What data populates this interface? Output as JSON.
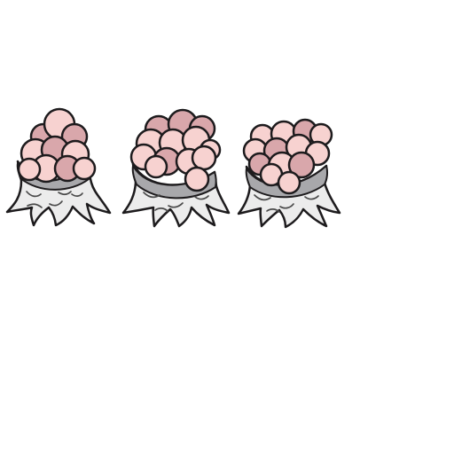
{
  "sprite_sheet": {
    "background_color": "#ffffff",
    "frames": [
      {
        "name": "egg-cluster-frame-1"
      },
      {
        "name": "egg-cluster-frame-2"
      },
      {
        "name": "egg-cluster-frame-3"
      }
    ]
  },
  "colors": {
    "egg_fill": "#f7d2d0",
    "egg_shade": "#d9a7ab",
    "egg_outline": "#1d1b1d",
    "husk_fill": "#ececec",
    "husk_shadow": "#a8a8ab",
    "husk_detail": "#4a4a4a"
  }
}
